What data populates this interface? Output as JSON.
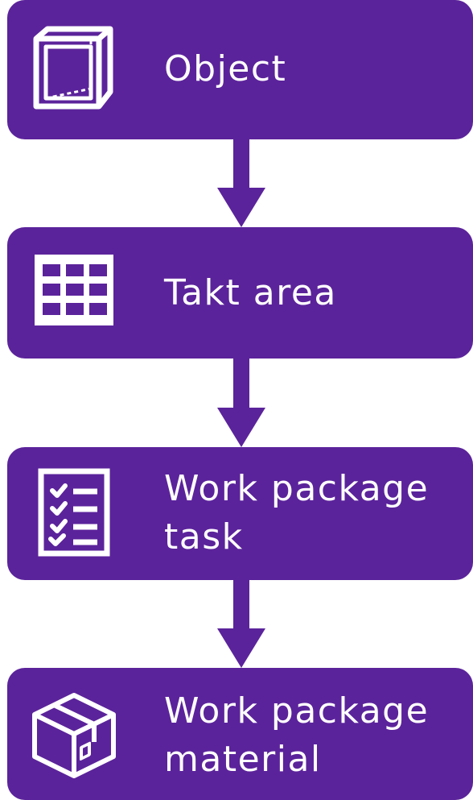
{
  "flow": {
    "steps": [
      {
        "label": "Object",
        "icon": "cube-icon"
      },
      {
        "label": "Takt area",
        "icon": "grid-icon"
      },
      {
        "label": "Work package\ntask",
        "icon": "checklist-icon"
      },
      {
        "label": "Work package\nmaterial",
        "icon": "package-box-icon"
      }
    ],
    "arrows": [
      "arrow-down",
      "arrow-down",
      "arrow-down"
    ]
  },
  "colors": {
    "box_fill": "#5b239b",
    "text": "#ffffff",
    "background": "#ffffff"
  }
}
